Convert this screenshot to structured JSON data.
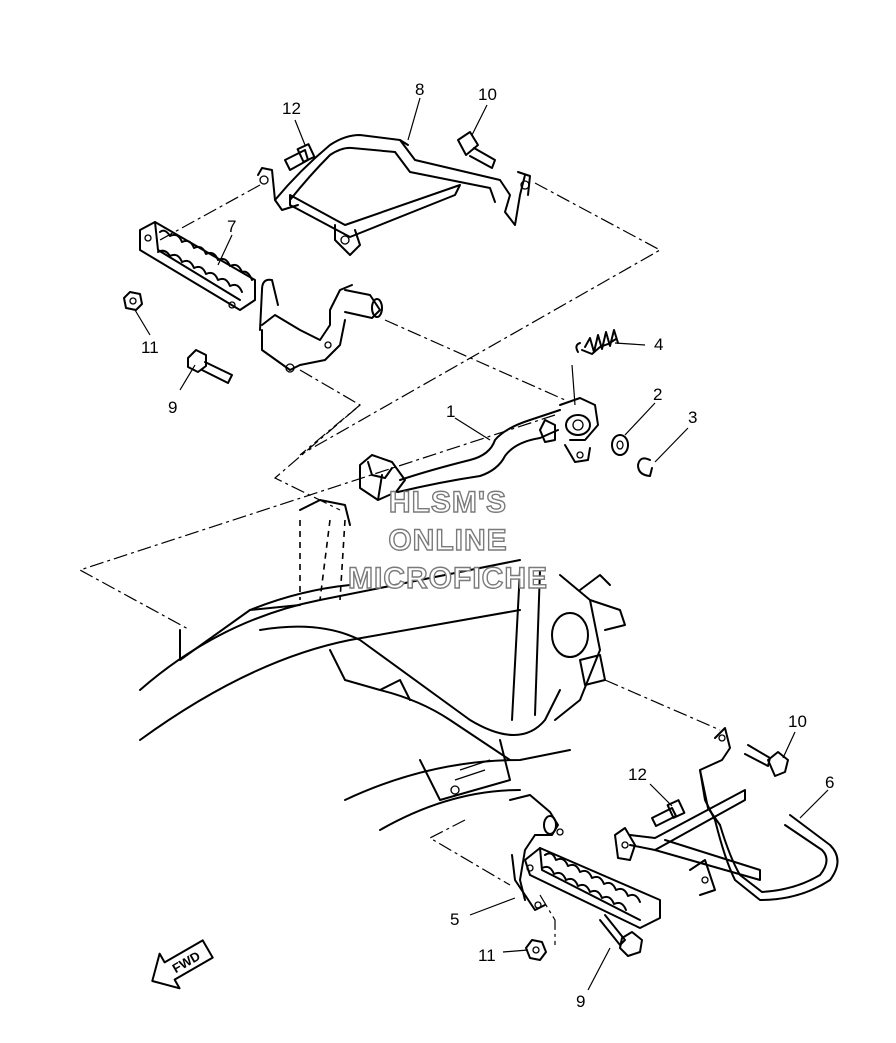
{
  "watermark": {
    "line1": "HLSM'S",
    "line2": "ONLINE",
    "line3": "MICROFICHE"
  },
  "direction_label": "FWD",
  "callouts": [
    "1",
    "2",
    "3",
    "4",
    "5",
    "6",
    "7",
    "8",
    "9",
    "10",
    "11",
    "12"
  ],
  "callout_instances": {
    "c12a": "12",
    "c8": "8",
    "c10a": "10",
    "c7": "7",
    "c11a": "11",
    "c9a": "9",
    "c4": "4",
    "c1": "1",
    "c2": "2",
    "c3": "3",
    "c10b": "10",
    "c6": "6",
    "c12b": "12",
    "c5": "5",
    "c11b": "11",
    "c9b": "9"
  }
}
